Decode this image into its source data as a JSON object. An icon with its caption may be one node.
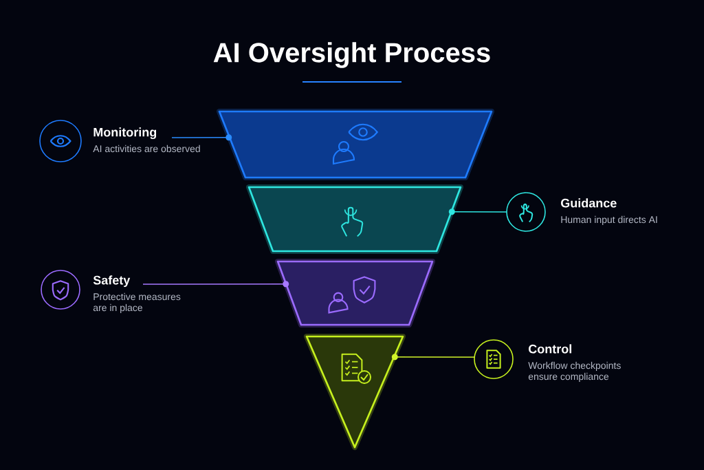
{
  "diagram": {
    "title": "AI Oversight Process",
    "nodes": [
      {
        "text": [],
        "shape": "trapezoid"
      },
      {
        "text": [],
        "shape": "trapezoid"
      },
      {
        "text": [],
        "shape": "trapezoid"
      },
      {
        "text": [],
        "shape": "triangle"
      },
      {
        "text": [
          "Monitoring",
          "AI activities are observed"
        ]
      },
      {
        "text": [
          "Guidance",
          "Human input directs AI"
        ]
      },
      {
        "text": [
          "Safety",
          "Protective measures are in place"
        ]
      },
      {
        "text": [
          "Control",
          "Workflow checkpoints ensure compliance"
        ]
      }
    ],
    "edges": [
      {
        "from": 4,
        "to": 0,
        "arrow": "none",
        "color": "#2a8cff"
      },
      {
        "from": 5,
        "to": 1,
        "arrow": "none",
        "color": "#2ee6e0"
      },
      {
        "from": 6,
        "to": 2,
        "arrow": "none",
        "color": "#a779ff"
      },
      {
        "from": 7,
        "to": 3,
        "arrow": "none",
        "color": "#d2f52a"
      }
    ]
  }
}
